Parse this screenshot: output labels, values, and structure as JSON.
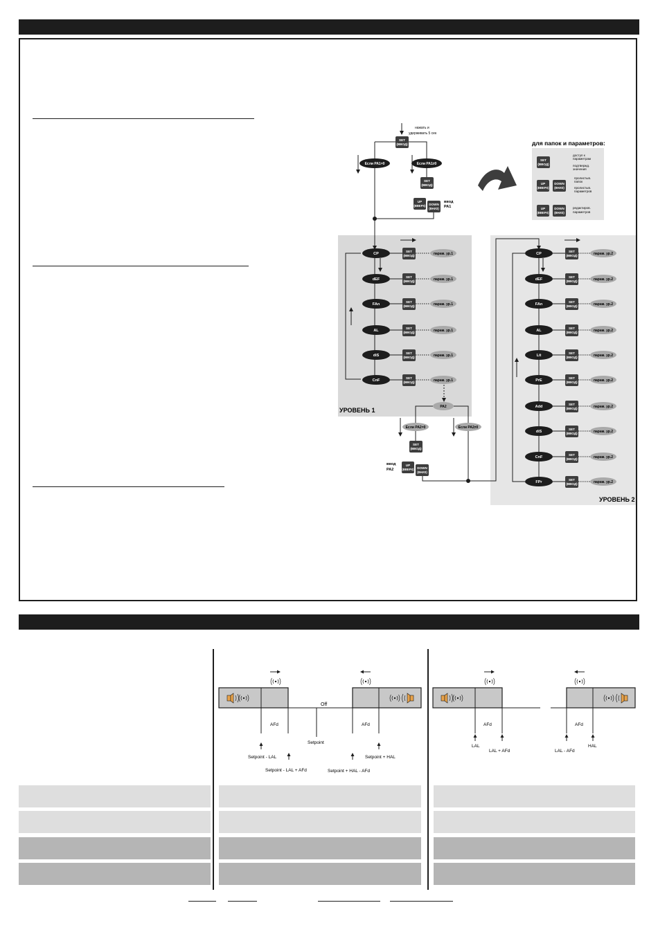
{
  "flow": {
    "entry_note": "нажать и\nудерживать 5 сек",
    "key_set": "SET\n(ВВОД)",
    "key_up": "UP\n(ВВЕРХ)",
    "key_down": "DOWN\n(ВНИЗ)",
    "if_pa1_0": "Если PA1=0",
    "if_pa1_not0": "Если PA1≠0",
    "enter_pa1": "ввод\nPA1",
    "if_pa2_0": "Если PA2=0",
    "if_pa2_not0": "Если PA2≠0",
    "enter_pa2": "ввод\nPA2",
    "pa2_label": "PA2",
    "level1_title": "УРОВЕНЬ 1",
    "level2_title": "УРОВЕНЬ 2",
    "level1_folders": [
      "CP",
      "dEF",
      "FAn",
      "AL",
      "diS",
      "CnF"
    ],
    "level2_folders": [
      "CP",
      "dEF",
      "FAn",
      "AL",
      "Lit",
      "PrE",
      "Add",
      "diS",
      "CnF",
      "FPr"
    ],
    "level1_param": "парам. ур.1",
    "level2_param": "парам. ур.2"
  },
  "legend": {
    "title": "для папок и параметров:",
    "set_desc": "доступ к\nпараметрам\nподтвержд.\nзначения",
    "updown_desc": "пролистыв.\nпапок\nпролистыв.\nпараметров",
    "edit_desc": "редактиров.\nпараметров"
  },
  "alarm_diagram": {
    "off_label": "Off",
    "afd": "AFd",
    "middle_labels": [
      "Setpoint - LAL",
      "Setpoint - LAL + AFd",
      "Setpoint",
      "Setpoint + HAL - AFd",
      "Setpoint + HAL"
    ],
    "right_labels": [
      "LAL",
      "LAL + AFd",
      "LAL - AFd",
      "HAL"
    ],
    "colors": {
      "band_gray": "#c8c8c8",
      "row_light": "#dedede",
      "row_dark": "#b5b5b5",
      "bell_orange": "#e8a24a"
    }
  }
}
